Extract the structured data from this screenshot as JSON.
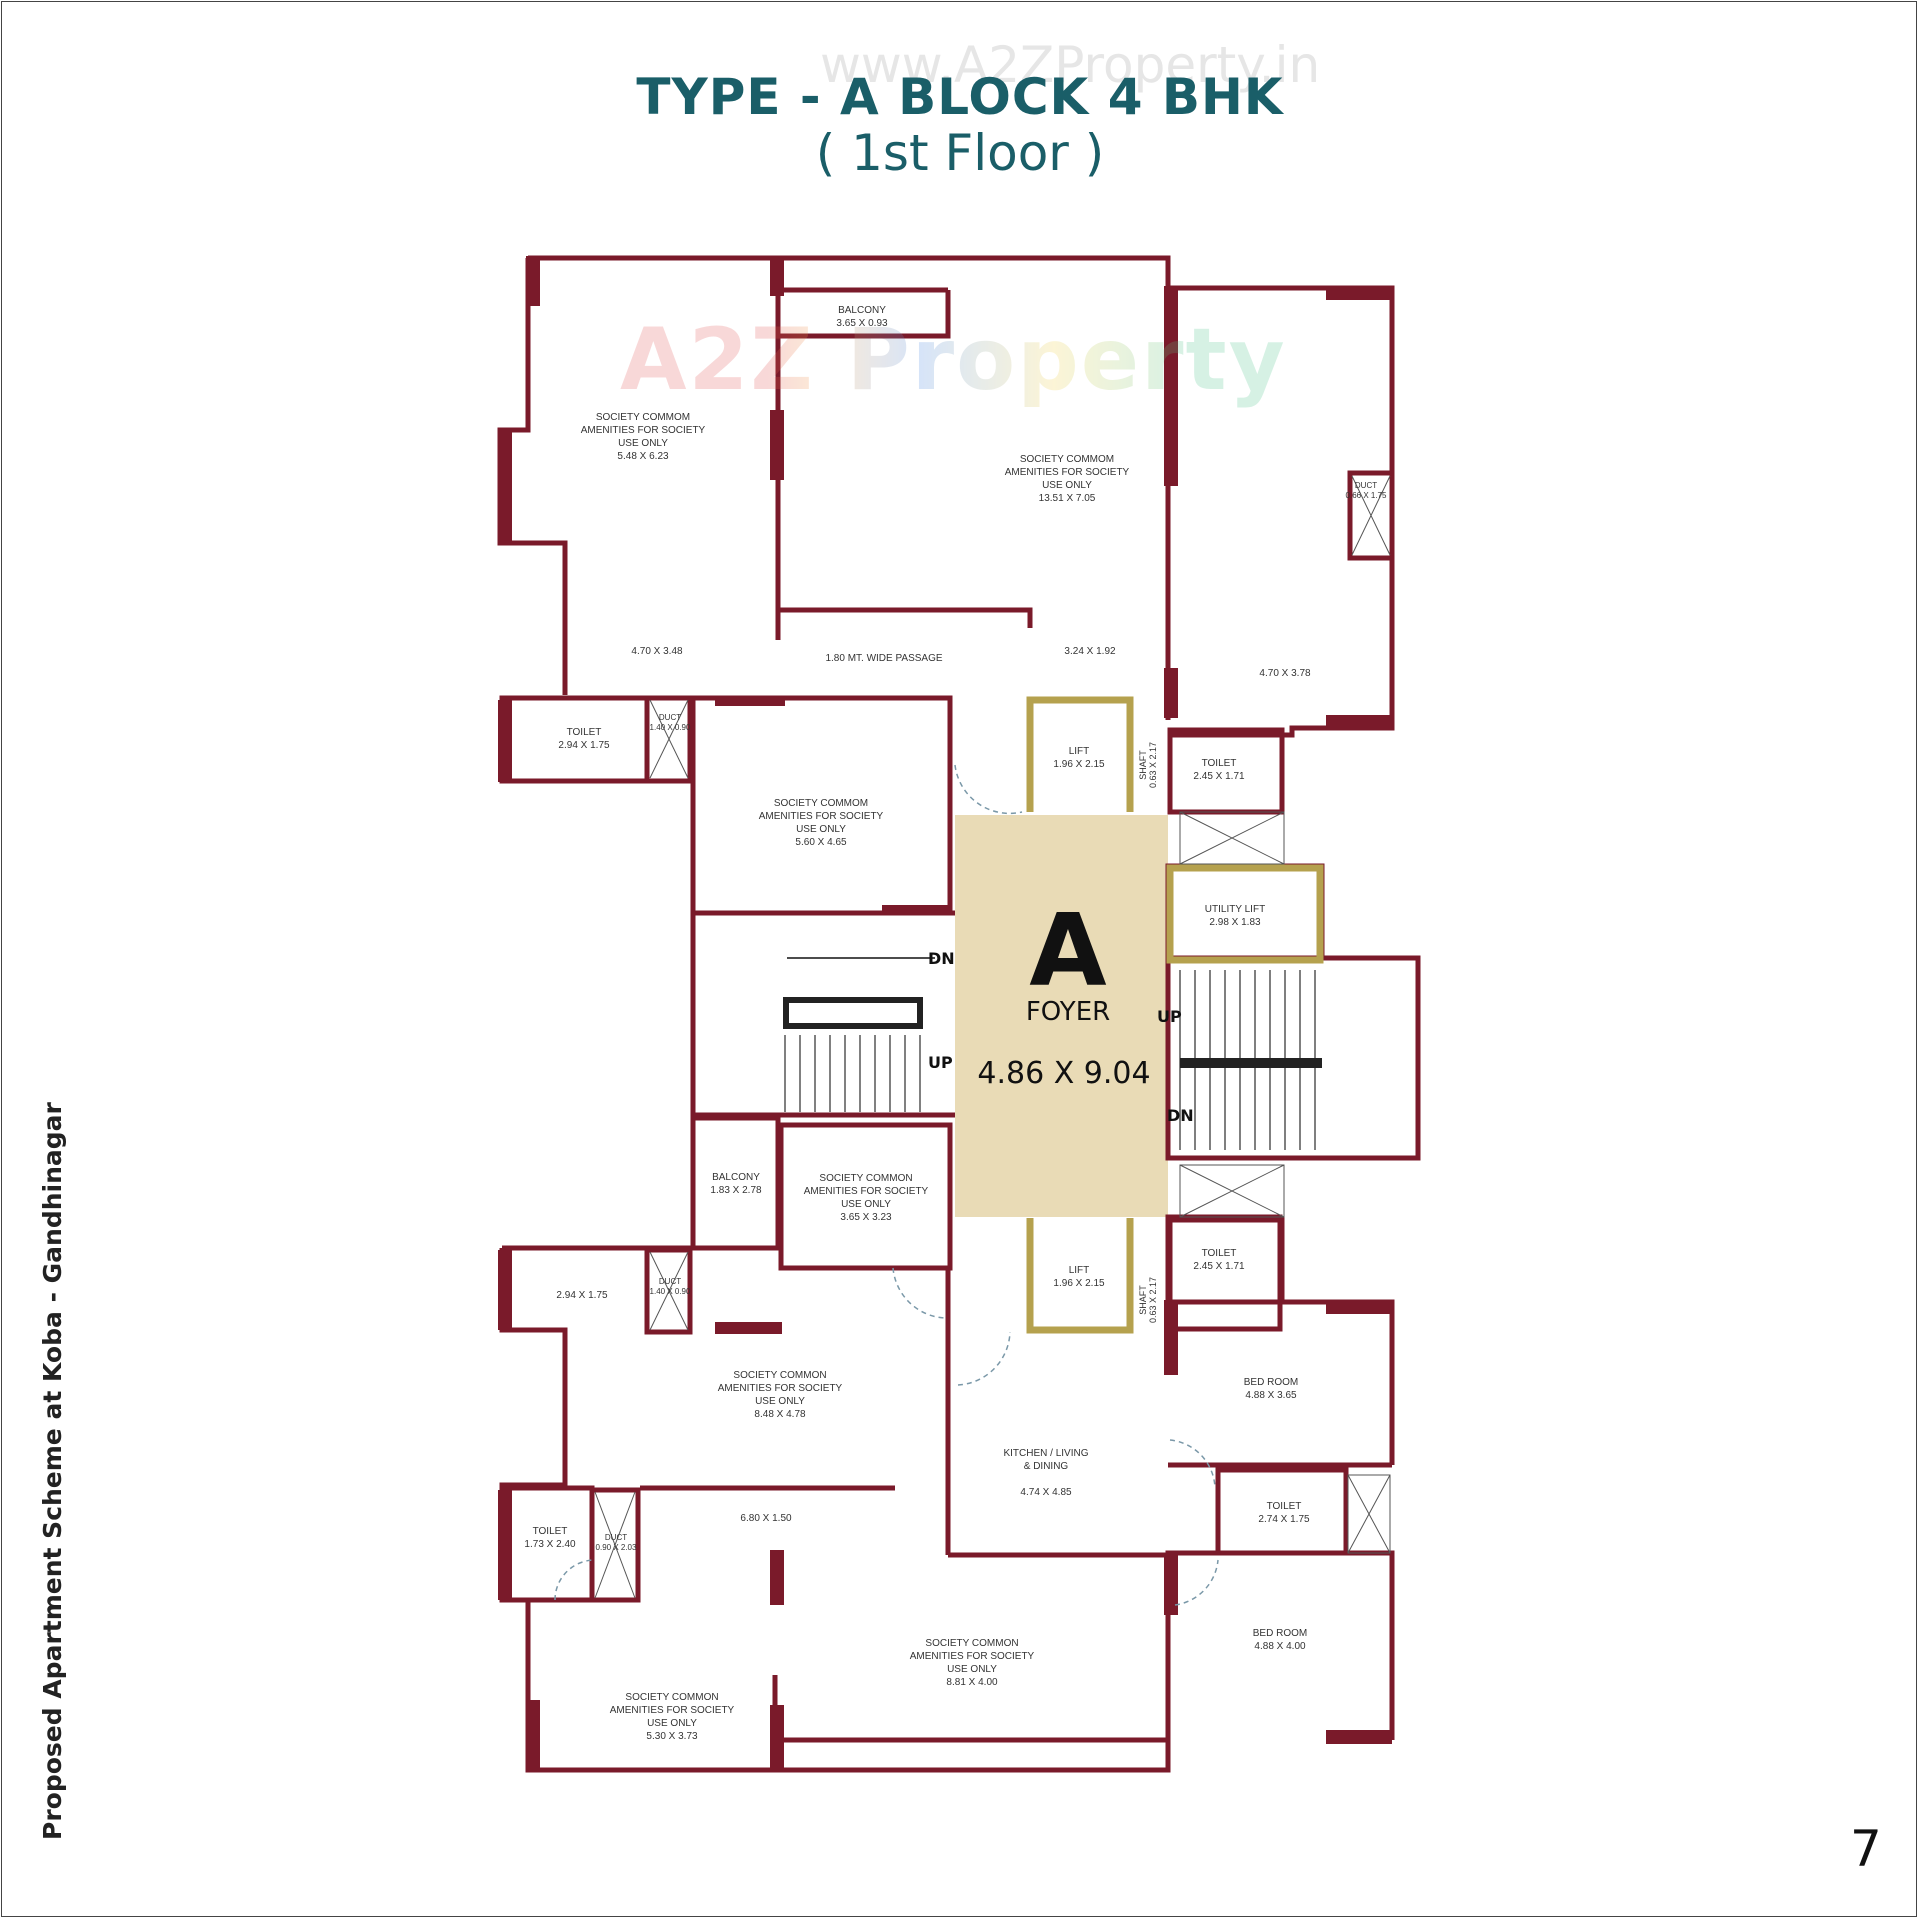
{
  "header": {
    "title": "TYPE - A BLOCK 4 BHK",
    "subtitle": "( 1st Floor )",
    "watermark_url": "www.A2ZProperty.in",
    "watermark_logo": "A2Z Property"
  },
  "side_caption": "Proposed Apartment  Scheme at Koba - Gandhinagar",
  "page_number": "7",
  "colors": {
    "wall": "#7a1a2a",
    "foyer": "#e9dbb6",
    "lift": "#b5a14e",
    "title": "#1a5e68"
  },
  "foyer": {
    "letter": "A",
    "name": "FOYER",
    "size": "4.86 X 9.04"
  },
  "stairs": {
    "dn_left": "DN",
    "up_left": "UP",
    "up_right": "UP",
    "dn_right": "DN"
  },
  "rooms": {
    "balcony_top": [
      "BALCONY",
      "3.65 X 0.93"
    ],
    "amenity_nw": [
      "SOCIETY COMMOM",
      "AMENITIES FOR SOCIETY",
      "USE ONLY",
      "5.48 X 6.23"
    ],
    "amenity_ne": [
      "SOCIETY COMMOM",
      "AMENITIES FOR SOCIETY",
      "USE ONLY",
      "13.51 X 7.05"
    ],
    "duct_ne": [
      "DUCT",
      "0.66 X 1.75"
    ],
    "dim_nw": "4.70 X 3.48",
    "passage": "1.80 MT. WIDE PASSAGE",
    "dim_passage_right": "3.24 X  1.92",
    "dim_ne": "4.70 X 3.78",
    "toilet_nw": [
      "TOILET",
      "2.94 X 1.75"
    ],
    "duct_nw": [
      "DUCT",
      "1.40 X 0.90"
    ],
    "amenity_mid": [
      "SOCIETY COMMOM",
      "AMENITIES FOR SOCIETY",
      "USE ONLY",
      "5.60 X 4.65"
    ],
    "lift_top": [
      "LIFT",
      "1.96 X 2.15"
    ],
    "shaft_top": [
      "SHAFT",
      "0.63 X 2.17"
    ],
    "toilet_ne": [
      "TOILET",
      "2.45 X 1.71"
    ],
    "utility_lift": [
      "UTILITY LIFT",
      "2.98 X 1.83"
    ],
    "balcony_mid": [
      "BALCONY",
      "1.83 X 2.78"
    ],
    "amenity_small": [
      "SOCIETY COMMON",
      "AMENITIES FOR SOCIETY",
      "USE ONLY",
      "3.65 X 3.23"
    ],
    "lift_bottom": [
      "LIFT",
      "1.96 X 2.15"
    ],
    "shaft_bottom": [
      "SHAFT",
      "0.63 X 2.17"
    ],
    "toilet_e2": [
      "TOILET",
      "2.45 X 1.71"
    ],
    "dim_sw": "2.94 X 1.75",
    "duct_sw": [
      "DUCT",
      "1.40 X 0.90"
    ],
    "amenity_sw_big": [
      "SOCIETY COMMON",
      "AMENITIES FOR SOCIETY",
      "USE ONLY",
      "8.48 X 4.78"
    ],
    "bedroom_1": [
      "BED ROOM",
      "4.88 X 3.65"
    ],
    "kitchen": [
      "KITCHEN / LIVING",
      "& DINING",
      "4.74 X 4.85"
    ],
    "toilet_sw": [
      "TOILET",
      "1.73 X 2.40"
    ],
    "duct_sw2": [
      "DUCT",
      "0.90 X 2.03"
    ],
    "dim_south": "6.80 X 1.50",
    "toilet_se": [
      "TOILET",
      "2.74 X 1.75"
    ],
    "bedroom_2": [
      "BED ROOM",
      "4.88 X 4.00"
    ],
    "amenity_south": [
      "SOCIETY COMMON",
      "AMENITIES FOR SOCIETY",
      "USE ONLY",
      "8.81 X 4.00"
    ],
    "amenity_sw_small": [
      "SOCIETY COMMON",
      "AMENITIES FOR SOCIETY",
      "USE ONLY",
      "5.30 X 3.73"
    ]
  }
}
